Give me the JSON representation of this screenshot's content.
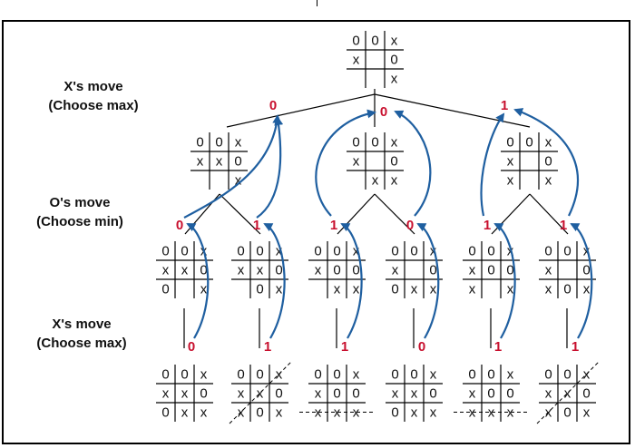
{
  "labels": {
    "row1": [
      "X's move",
      "(Choose max)"
    ],
    "row2": [
      "O's move",
      "(Choose min)"
    ],
    "row3": [
      "X's move",
      "(Choose max)"
    ]
  },
  "colors": {
    "score": "#c8102e",
    "arrow": "#1f5fa0",
    "line": "#000000",
    "grid": "#000000"
  },
  "boards": {
    "root": [
      [
        "0",
        "0",
        "x"
      ],
      [
        "x",
        "",
        "0"
      ],
      [
        "",
        "",
        "x"
      ]
    ],
    "level1": [
      [
        [
          "0",
          "0",
          "x"
        ],
        [
          "x",
          "x",
          "0"
        ],
        [
          "",
          "",
          "x"
        ]
      ],
      [
        [
          "0",
          "0",
          "x"
        ],
        [
          "x",
          "",
          "0"
        ],
        [
          "",
          "x",
          "x"
        ]
      ],
      [
        [
          "0",
          "0",
          "x"
        ],
        [
          "x",
          "",
          "0"
        ],
        [
          "x",
          "",
          "x"
        ]
      ]
    ],
    "level2": [
      [
        [
          "0",
          "0",
          "x"
        ],
        [
          "x",
          "x",
          "0"
        ],
        [
          "0",
          "",
          "x"
        ]
      ],
      [
        [
          "0",
          "0",
          "x"
        ],
        [
          "x",
          "x",
          "0"
        ],
        [
          "",
          "0",
          "x"
        ]
      ],
      [
        [
          "0",
          "0",
          "x"
        ],
        [
          "x",
          "0",
          "0"
        ],
        [
          "",
          "x",
          "x"
        ]
      ],
      [
        [
          "0",
          "0",
          "x"
        ],
        [
          "x",
          "",
          "0"
        ],
        [
          "0",
          "x",
          "x"
        ]
      ],
      [
        [
          "0",
          "0",
          "x"
        ],
        [
          "x",
          "0",
          "0"
        ],
        [
          "x",
          "",
          "x"
        ]
      ],
      [
        [
          "0",
          "0",
          "x"
        ],
        [
          "x",
          "",
          "0"
        ],
        [
          "x",
          "0",
          "x"
        ]
      ]
    ],
    "level3": [
      [
        [
          "0",
          "0",
          "x"
        ],
        [
          "x",
          "x",
          "0"
        ],
        [
          "0",
          "x",
          "x"
        ]
      ],
      [
        [
          "0",
          "0",
          "x"
        ],
        [
          "x",
          "x",
          "0"
        ],
        [
          "x",
          "0",
          "x"
        ]
      ],
      [
        [
          "0",
          "0",
          "x"
        ],
        [
          "x",
          "0",
          "0"
        ],
        [
          "x",
          "x",
          "x"
        ]
      ],
      [
        [
          "0",
          "0",
          "x"
        ],
        [
          "x",
          "x",
          "0"
        ],
        [
          "0",
          "x",
          "x"
        ]
      ],
      [
        [
          "0",
          "0",
          "x"
        ],
        [
          "x",
          "0",
          "0"
        ],
        [
          "x",
          "x",
          "x"
        ]
      ],
      [
        [
          "0",
          "0",
          "x"
        ],
        [
          "x",
          "x",
          "0"
        ],
        [
          "x",
          "0",
          "x"
        ]
      ]
    ]
  },
  "scores": {
    "level1": [
      "0",
      "0",
      "1"
    ],
    "level2": [
      "0",
      "1",
      "1",
      "0",
      "1",
      "1"
    ],
    "level3": [
      "0",
      "1",
      "1",
      "0",
      "1",
      "1"
    ]
  },
  "win_lines": [
    "none",
    "anti-diagonal",
    "bottom-row",
    "none",
    "bottom-row",
    "anti-diagonal"
  ]
}
